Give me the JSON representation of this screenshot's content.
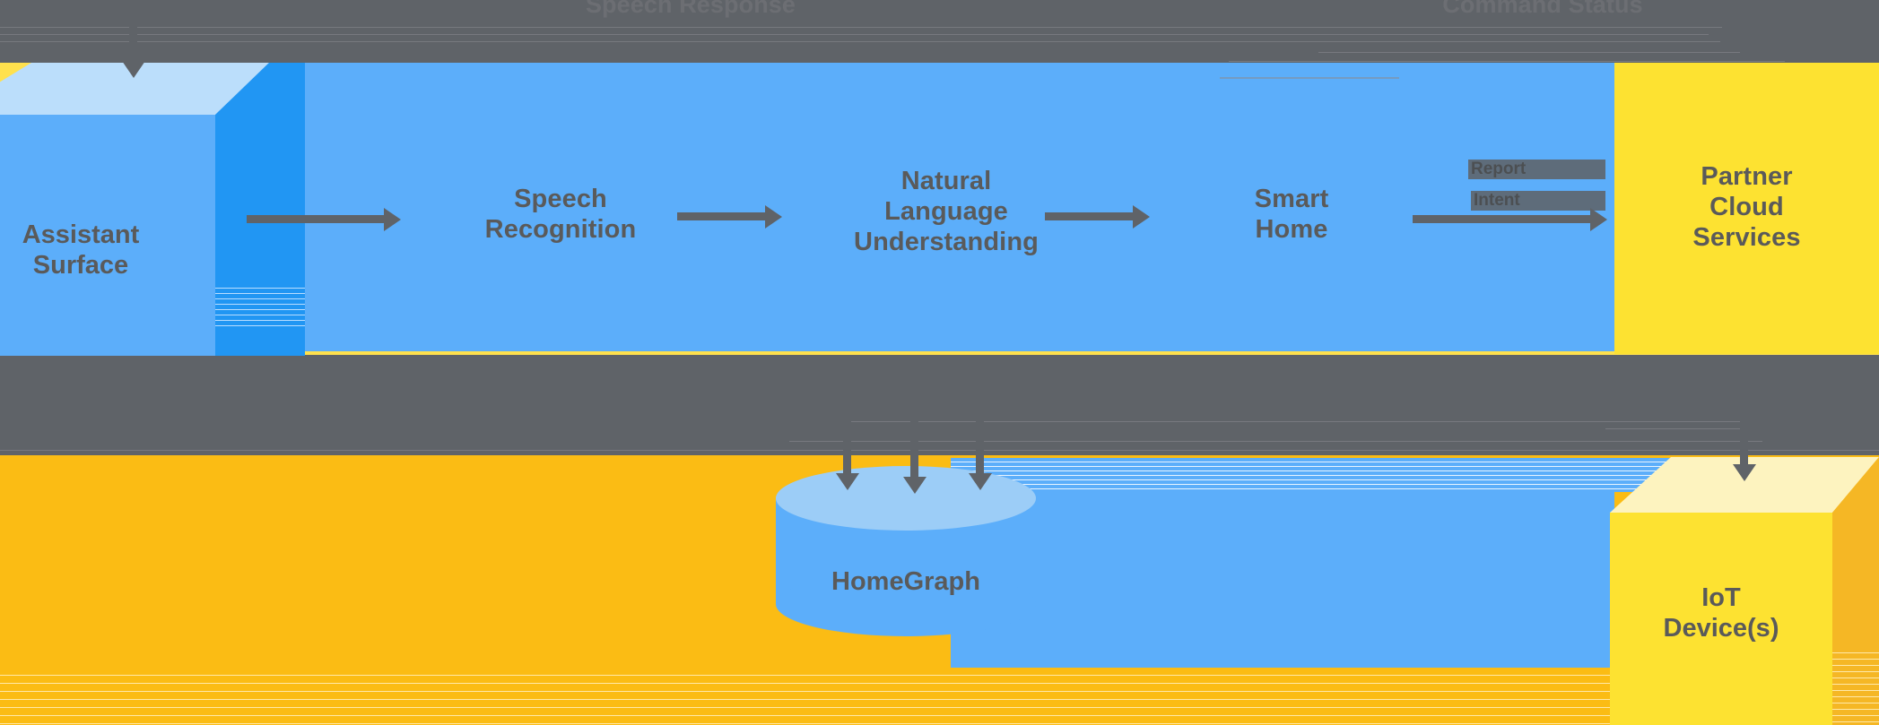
{
  "diagram": {
    "title_fragments": {
      "top_center": "Speech Response",
      "top_right": "Command Status"
    },
    "palette": {
      "background_gray": "#5f6368",
      "band_blue": "#5caefa",
      "band_orange": "#fbbc14",
      "box_blue_top": "#bbdefb",
      "box_blue_front": "#5caefa",
      "box_blue_side": "#2196f3",
      "box_yellow_top": "#fdf3bf",
      "box_yellow_front": "#fde231",
      "box_yellow_side": "#f5b725",
      "cylinder_top": "#9ccdf7",
      "cylinder_body": "#5caefa",
      "arrow_gray": "#5f6368",
      "text_gray": "#5a5a5a",
      "accent_yellow_rule": "#ffe14d"
    },
    "nodes": [
      {
        "id": "assistant-surface",
        "label": "Assistant\nSurface",
        "shape": "box-3d",
        "color": "blue"
      },
      {
        "id": "speech-recognition",
        "label": "Speech\nRecognition",
        "shape": "text",
        "color": "blue"
      },
      {
        "id": "natural-language",
        "label": "Natural\nLanguage\nUnderstanding",
        "shape": "text",
        "color": "blue"
      },
      {
        "id": "smart-home",
        "label": "Smart\nHome",
        "shape": "text",
        "color": "blue"
      },
      {
        "id": "partner-cloud-services",
        "label": "Partner\nCloud\nServices",
        "shape": "rect",
        "color": "yellow"
      },
      {
        "id": "home-graph",
        "label": "HomeGraph",
        "shape": "cylinder",
        "color": "blue"
      },
      {
        "id": "iot-devices",
        "label": "IoT\nDevice(s)",
        "shape": "box-3d",
        "color": "yellow"
      }
    ],
    "edges": [
      {
        "id": "edge-assistant-to-speech",
        "from": "assistant-surface",
        "to": "speech-recognition",
        "direction": "right",
        "label": ""
      },
      {
        "id": "edge-speech-to-nlu",
        "from": "speech-recognition",
        "to": "natural-language",
        "direction": "right",
        "label": ""
      },
      {
        "id": "edge-nlu-to-smarthome",
        "from": "natural-language",
        "to": "smart-home",
        "direction": "right",
        "label": ""
      },
      {
        "id": "edge-smarthome-to-partner",
        "from": "smart-home",
        "to": "partner-cloud-services",
        "direction": "right",
        "label": "Intent"
      },
      {
        "id": "edge-into-assistant",
        "from": "",
        "to": "assistant-surface",
        "direction": "down",
        "label": ""
      },
      {
        "id": "edge-into-homegraph-1",
        "from": "",
        "to": "home-graph",
        "direction": "down",
        "label": ""
      },
      {
        "id": "edge-into-homegraph-2",
        "from": "",
        "to": "home-graph",
        "direction": "down",
        "label": ""
      },
      {
        "id": "edge-into-homegraph-3",
        "from": "",
        "to": "home-graph",
        "direction": "down",
        "label": ""
      },
      {
        "id": "edge-into-iot-device",
        "from": "",
        "to": "iot-devices",
        "direction": "down",
        "label": ""
      }
    ],
    "small_captions": {
      "smart_home_to_partner_upper": "Report",
      "smart_home_to_partner_lower": "Intent"
    }
  }
}
